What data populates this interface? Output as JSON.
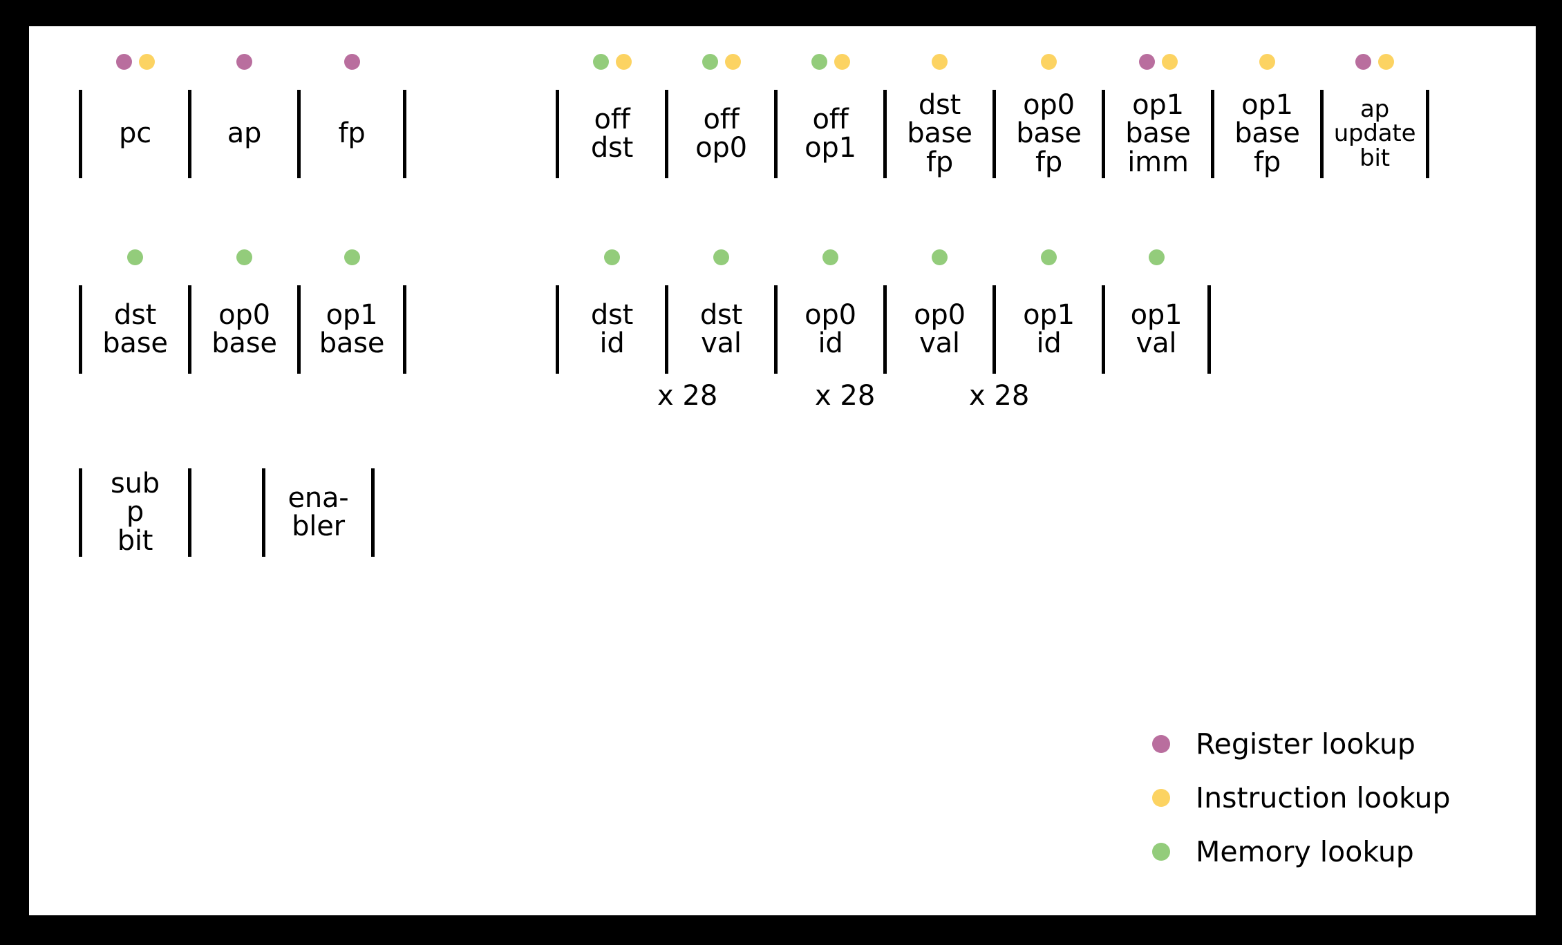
{
  "canvas": {
    "background": "#ffffff",
    "frame_color": "#000000"
  },
  "colors": {
    "register": "#b96e9e",
    "instruction": "#fcd362",
    "memory": "#93cc7b",
    "rule": "#000000",
    "text": "#000000"
  },
  "rows": [
    {
      "id": "row-1",
      "groups": [
        {
          "id": "row1-group-registers",
          "cells": [
            {
              "lines": [
                "pc"
              ],
              "dots": [
                "register",
                "instruction"
              ]
            },
            {
              "lines": [
                "ap"
              ],
              "dots": [
                "register"
              ]
            },
            {
              "lines": [
                "fp"
              ],
              "dots": [
                "register"
              ]
            }
          ]
        },
        {
          "id": "row1-group-decode",
          "cells": [
            {
              "lines": [
                "off",
                "dst"
              ],
              "dots": [
                "memory",
                "instruction"
              ]
            },
            {
              "lines": [
                "off",
                "op0"
              ],
              "dots": [
                "memory",
                "instruction"
              ]
            },
            {
              "lines": [
                "off",
                "op1"
              ],
              "dots": [
                "memory",
                "instruction"
              ]
            },
            {
              "lines": [
                "dst",
                "base",
                "fp"
              ],
              "dots": [
                "instruction"
              ]
            },
            {
              "lines": [
                "op0",
                "base",
                "fp"
              ],
              "dots": [
                "instruction"
              ]
            },
            {
              "lines": [
                "op1",
                "base",
                "imm"
              ],
              "dots": [
                "register",
                "instruction"
              ]
            },
            {
              "lines": [
                "op1",
                "base",
                "fp"
              ],
              "dots": [
                "instruction"
              ]
            },
            {
              "lines": [
                "ap",
                "update",
                "bit"
              ],
              "dots": [
                "register",
                "instruction"
              ]
            }
          ]
        }
      ]
    },
    {
      "id": "row-2",
      "groups": [
        {
          "id": "row2-group-bases",
          "cells": [
            {
              "lines": [
                "dst",
                "base"
              ],
              "dots": [
                "memory"
              ]
            },
            {
              "lines": [
                "op0",
                "base"
              ],
              "dots": [
                "memory"
              ]
            },
            {
              "lines": [
                "op1",
                "base"
              ],
              "dots": [
                "memory"
              ]
            }
          ]
        },
        {
          "id": "row2-group-memory",
          "cells": [
            {
              "lines": [
                "dst",
                "id"
              ],
              "dots": [
                "memory"
              ]
            },
            {
              "lines": [
                "dst",
                "val"
              ],
              "dots": [
                "memory"
              ]
            },
            {
              "lines": [
                "op0",
                "id"
              ],
              "dots": [
                "memory"
              ]
            },
            {
              "lines": [
                "op0",
                "val"
              ],
              "dots": [
                "memory"
              ]
            },
            {
              "lines": [
                "op1",
                "id"
              ],
              "dots": [
                "memory"
              ]
            },
            {
              "lines": [
                "op1",
                "val"
              ],
              "dots": [
                "memory"
              ]
            }
          ]
        }
      ],
      "multipliers": [
        {
          "label": "x 28"
        },
        {
          "label": "x 28"
        },
        {
          "label": "x 28"
        }
      ]
    },
    {
      "id": "row-3",
      "groups": [
        {
          "id": "row3-group-flags",
          "cells": [
            {
              "lines": [
                "sub",
                "p",
                "bit"
              ],
              "dots": []
            },
            {
              "lines": [],
              "dots": []
            },
            {
              "lines": [
                "ena-",
                "bler"
              ],
              "dots": []
            }
          ]
        }
      ]
    }
  ],
  "legend": {
    "items": [
      {
        "color_key": "register",
        "label": "Register lookup"
      },
      {
        "color_key": "instruction",
        "label": "Instruction lookup"
      },
      {
        "color_key": "memory",
        "label": "Memory lookup"
      }
    ]
  }
}
